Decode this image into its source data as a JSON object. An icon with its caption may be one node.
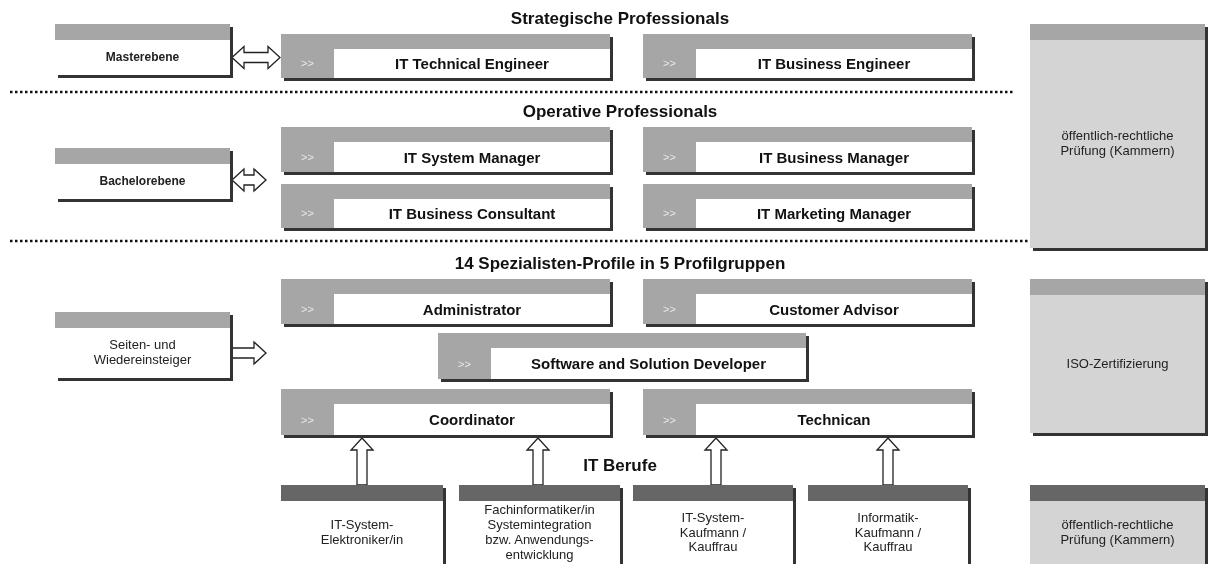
{
  "diagram": {
    "nodes": [
      {
        "text": [
          "Masterebene"
        ]
      },
      {
        "text": [
          ">>",
          "IT Technical Engineer"
        ]
      },
      {
        "text": [
          ">>",
          "IT Business Engineer"
        ]
      },
      {
        "text": [
          "öffentlich-rechtliche Prüfung (Kammern)"
        ]
      },
      {
        "text": [
          "Bachelorebene"
        ]
      },
      {
        "text": [
          ">>",
          "IT System Manager"
        ]
      },
      {
        "text": [
          ">>",
          "IT Business Manager"
        ]
      },
      {
        "text": [
          ">>",
          "IT Business Consultant"
        ]
      },
      {
        "text": [
          ">>",
          "IT Marketing Manager"
        ]
      },
      {
        "text": [
          "Seiten- und Wiedereinsteiger"
        ]
      },
      {
        "text": [
          ">>",
          "Administrator"
        ]
      },
      {
        "text": [
          ">>",
          "Customer Advisor"
        ]
      },
      {
        "text": [
          ">>",
          "Software and Solution Developer"
        ]
      },
      {
        "text": [
          ">>",
          "Coordinator"
        ]
      },
      {
        "text": [
          ">>",
          "Technican"
        ]
      },
      {
        "text": [
          "ISO-Zertifizierung"
        ]
      },
      {
        "text": [
          "IT-System-Elektroniker/in"
        ]
      },
      {
        "text": [
          "Fachinformatiker/in Systemintegration bzw. Anwendungs-entwicklung"
        ]
      },
      {
        "text": [
          "IT-System-Kaufmann / Kauffrau"
        ]
      },
      {
        "text": [
          "Informatik-Kaufmann / Kauffrau"
        ]
      },
      {
        "text": [
          "öffentlich-rechtliche Prüfung (Kammern)"
        ]
      }
    ],
    "edges": [
      {
        "from": 0,
        "to": 1,
        "arrow": "both"
      },
      {
        "from": 4,
        "to": null,
        "arrow": "both"
      },
      {
        "from": 9,
        "to": null,
        "arrow": "to"
      },
      {
        "from": 16,
        "to": 13,
        "arrow": "to"
      },
      {
        "from": 17,
        "to": 13,
        "arrow": "to"
      },
      {
        "from": 18,
        "to": 14,
        "arrow": "to"
      },
      {
        "from": 19,
        "to": 14,
        "arrow": "to"
      }
    ],
    "labels": [
      "Strategische Professionals",
      "Operative Professionals",
      "14 Spezialisten-Profile in 5 Profilgruppen",
      "IT Berufe"
    ]
  }
}
